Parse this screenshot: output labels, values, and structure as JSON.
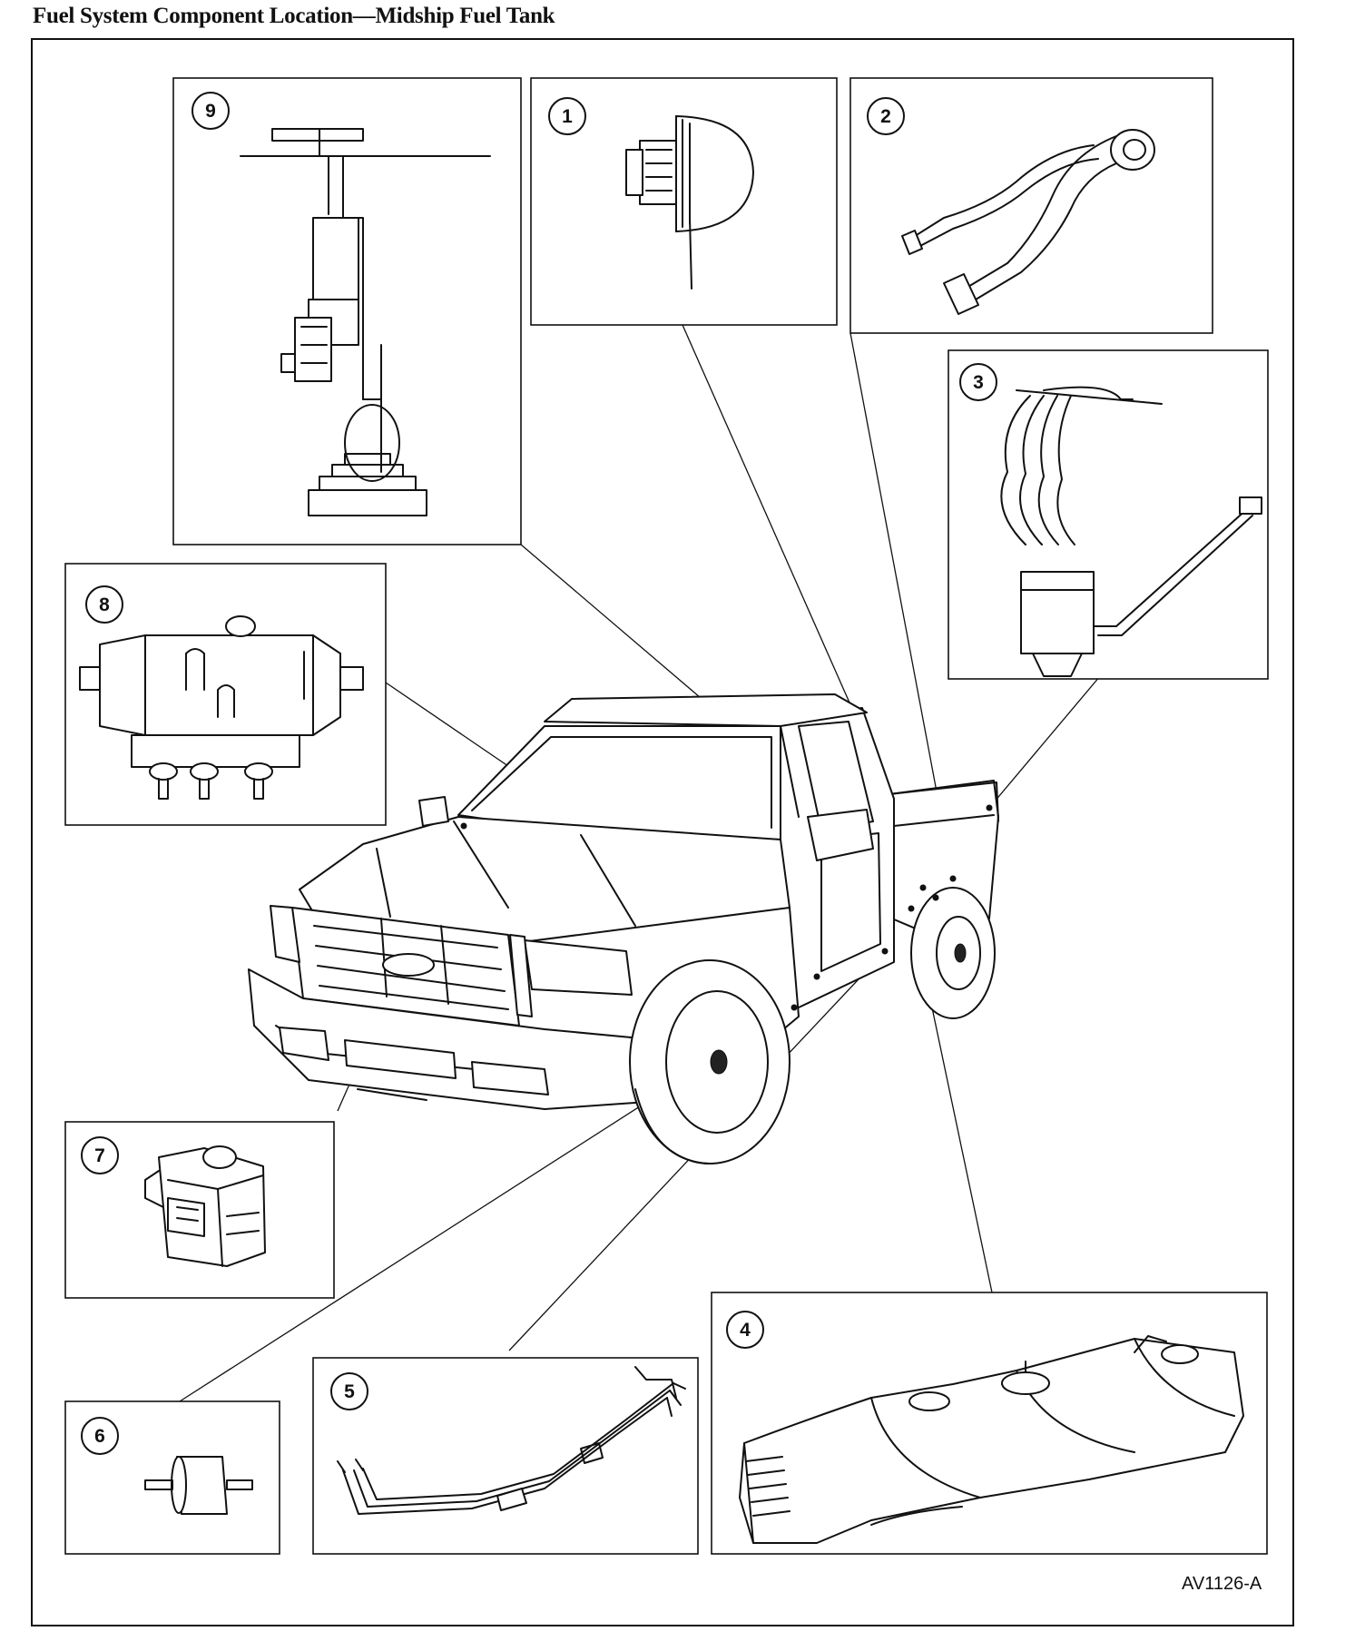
{
  "title": "Fuel System Component Location—Midship Fuel Tank",
  "figure_code": "AV1126-A",
  "callouts": [
    "1",
    "2",
    "3",
    "4",
    "5",
    "6",
    "7",
    "8",
    "9"
  ]
}
